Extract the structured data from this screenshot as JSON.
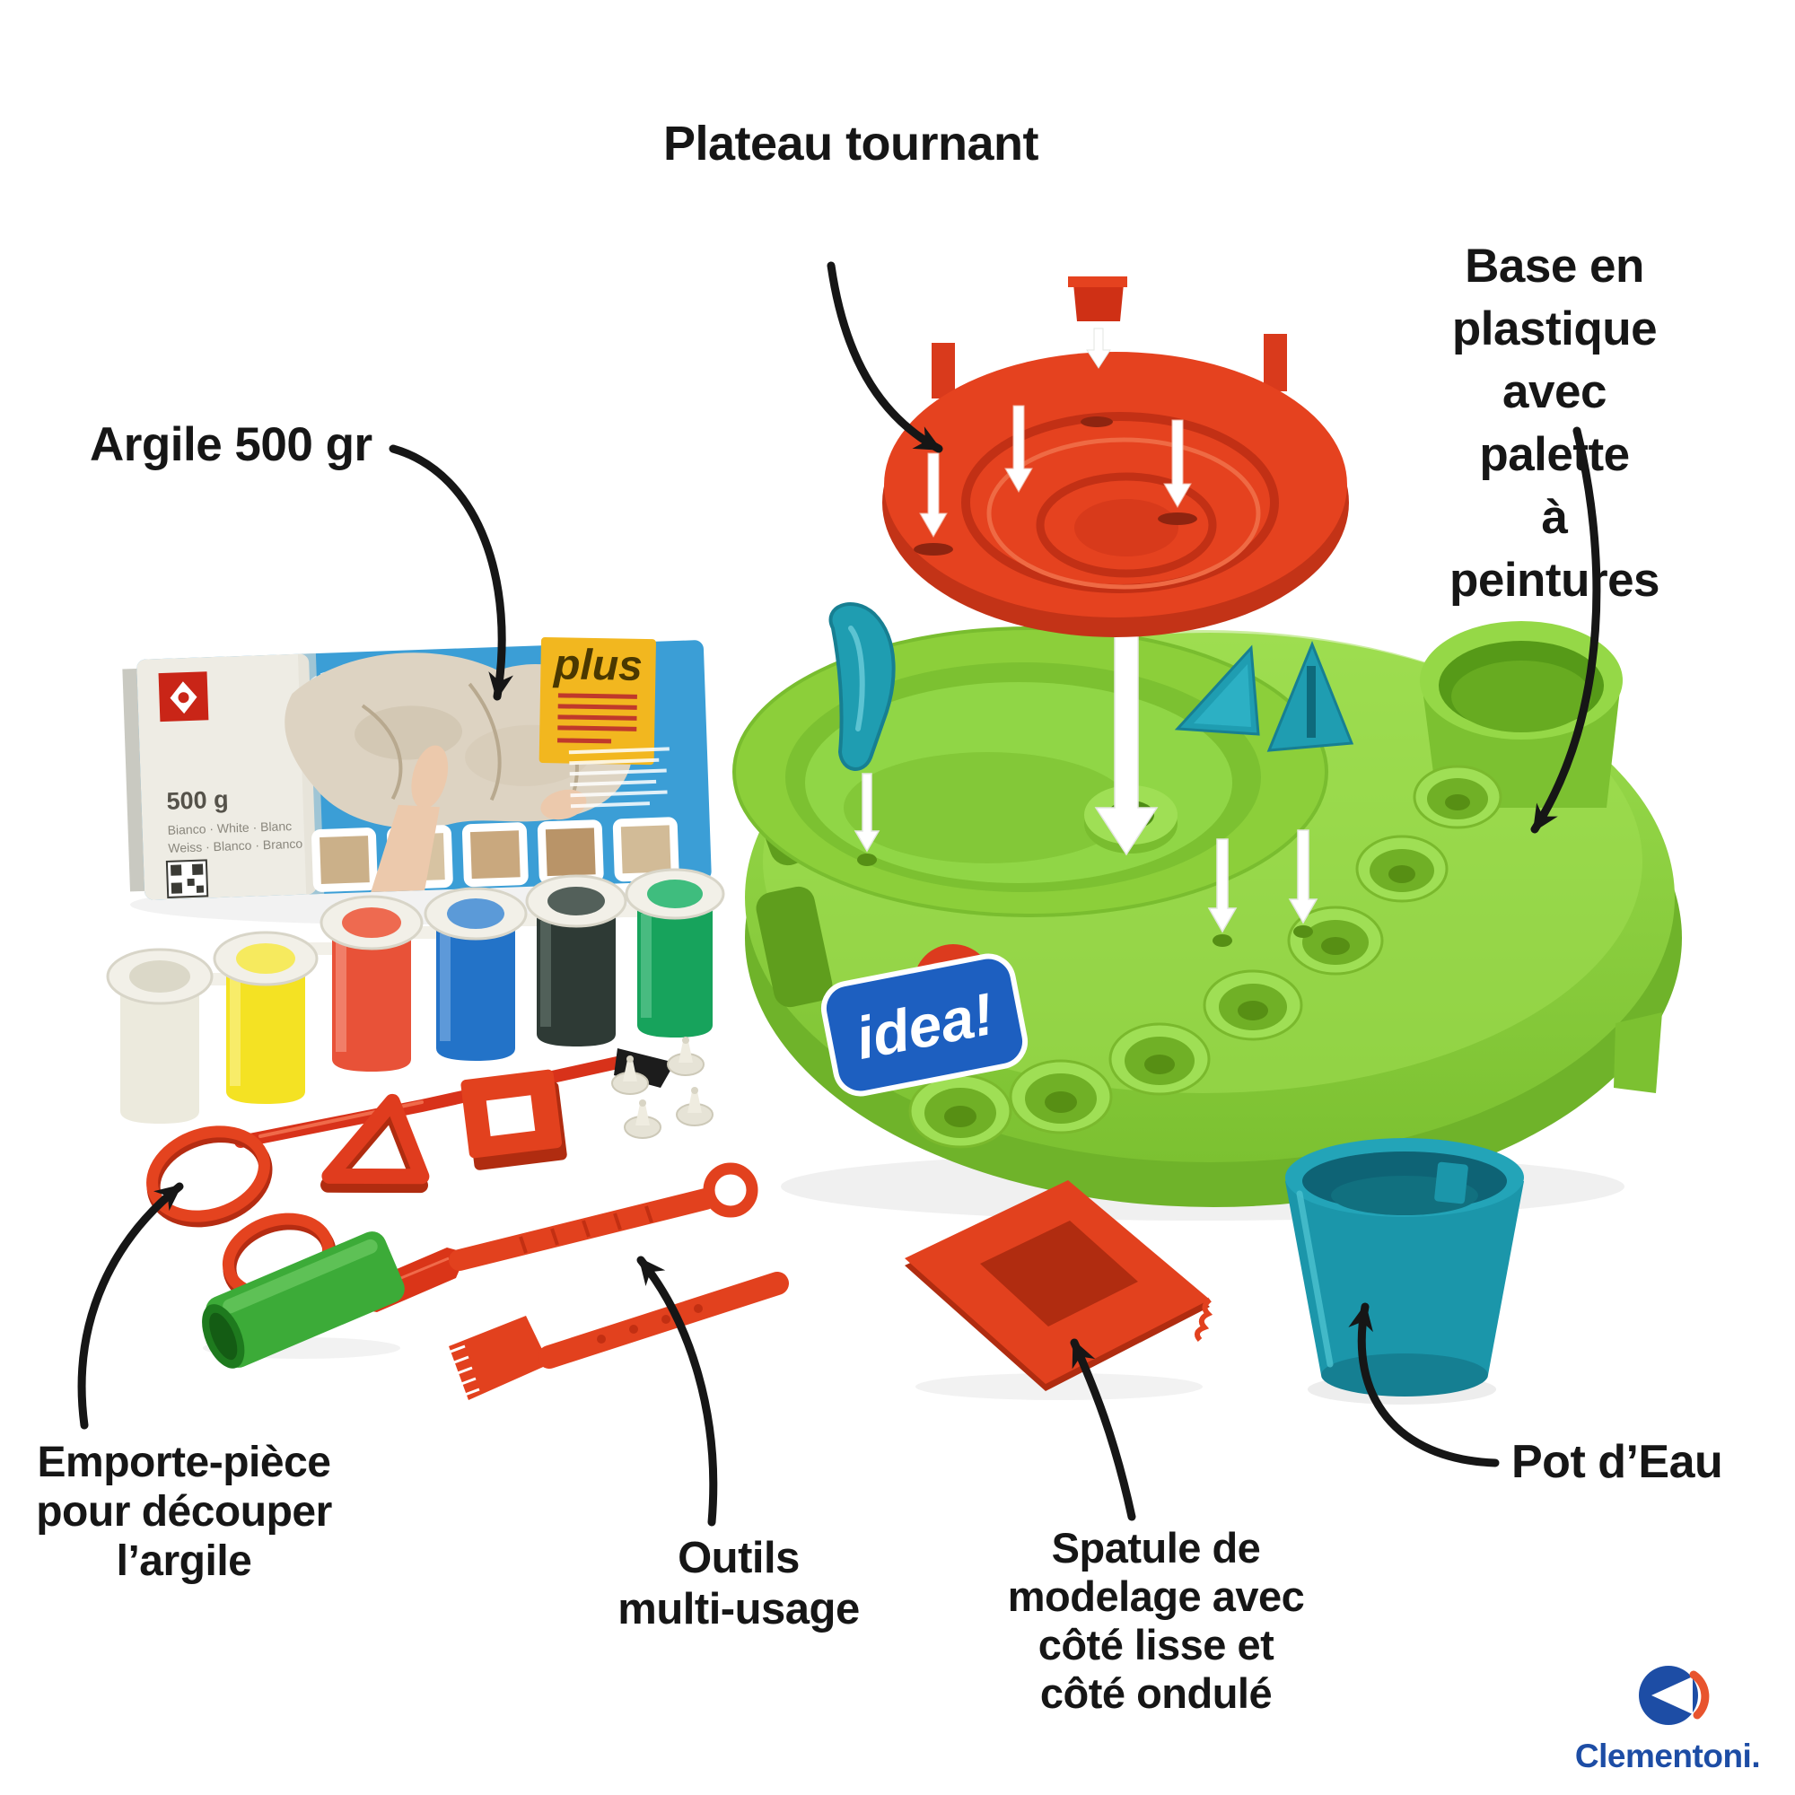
{
  "callouts": {
    "turntable": {
      "text": "Plateau tournant"
    },
    "base": {
      "text": "Base en plastique\navec palette\nà peintures"
    },
    "clay": {
      "text": "Argile 500 gr"
    },
    "cutters": {
      "text": "Emporte-pièce\npour découper\nl’argile"
    },
    "tools": {
      "text": "Outils\nmulti-usage"
    },
    "spatula": {
      "text": "Spatule de\nmodelage avec\ncôté lisse et\ncôté ondulé"
    },
    "water_pot": {
      "text": "Pot d’Eau"
    }
  },
  "product": {
    "badge": "idea!",
    "clay_package": {
      "brand_tag": "plus",
      "weight": "500 g",
      "colors_line1": "Bianco · White · Blanc",
      "colors_line2": "Weiss · Blanco · Branco"
    }
  },
  "brand": {
    "wordmark": "Clementoni."
  },
  "colors": {
    "accent_red": "#e2411e",
    "base_green": "#8ed23f",
    "teal": "#1f9db1",
    "badge_blue": "#1d5fc0",
    "logo_blue": "#1d4da5",
    "package_blue": "#3b9ed6",
    "plus_yellow": "#f2b71f",
    "label_text": "#161616"
  }
}
